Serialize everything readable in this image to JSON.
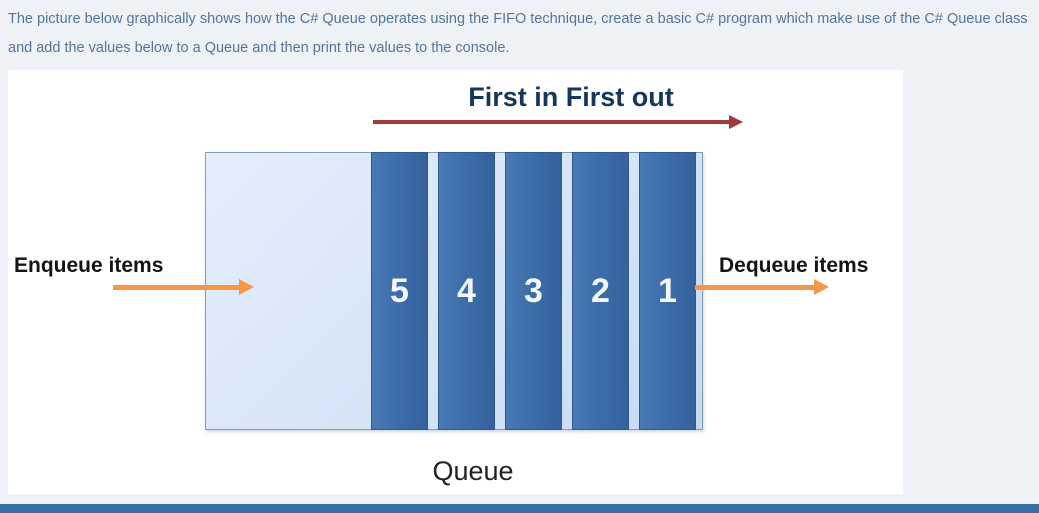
{
  "page": {
    "background": "#eef2f7",
    "bottom_bar_color": "#3a6ea5"
  },
  "instruction": {
    "text": "The picture below graphically shows how the C# Queue operates using the FIFO technique, create a basic C# program which make use of the C# Queue class and add the values below to a Queue and then print the values to the console.",
    "color": "#54759a"
  },
  "diagram": {
    "title": "First in First out",
    "title_color": "#17365d",
    "fifo_arrow_color": "#9e3b38",
    "enqueue_label": "Enqueue items",
    "dequeue_label": "Dequeue items",
    "flow_arrow_color": "#f79646",
    "queue_label": "Queue",
    "queue_values": [
      "5",
      "4",
      "3",
      "2",
      "1"
    ],
    "cell_color": "#3e6fab",
    "box_fill": "#d6e4f7"
  }
}
